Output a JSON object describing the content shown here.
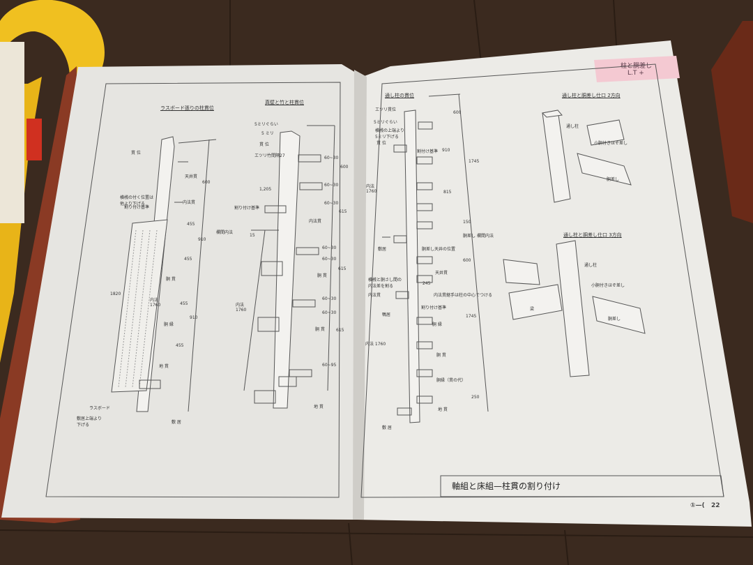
{
  "book": {
    "caption": "軸組と床組—柱貫の割り付け",
    "page_number": "22",
    "page_marker": "①—(",
    "tab_note_line1": "柱と胴差し",
    "tab_note_line2": "L.T +"
  },
  "left_page": {
    "figure1": {
      "title": "ラスボード張りの柱貫位",
      "labels": {
        "kannuki": "貫 位",
        "nuki_h": "天井貫",
        "dim_600": "600",
        "tenjo": "横桟の付く位置は\n他より下げる",
        "warituke": "割り付け基準",
        "nai_nuki": "内法貫",
        "dim_455a": "455",
        "dim_910a": "910",
        "dim_455b": "455",
        "dou_nuki": "胴 貫",
        "dim_1820": "1820",
        "naiho": "内法\n1760",
        "dim_455c": "455",
        "dim_910b": "910",
        "dosa": "胴 縁",
        "dim_455d": "455",
        "ji_nuki": "地 貫",
        "lath": "ラスボード",
        "shiki_note": "敷居上端より\n下げる",
        "shikii": "敷 居"
      }
    },
    "figure2": {
      "title": "真壁と竹と柱貫位",
      "labels": {
        "sukima": "5ミリぐらい",
        "mori": "5 ミリ",
        "kannuki": "貫 位",
        "emari": "エツリ竹間隔27",
        "dim_60_30a": "60~30",
        "dim_600": "600",
        "dim_60_30b": "60~30",
        "dim_1205": "1,205",
        "warituke": "割り付け基準",
        "dim_60_30c": "60~30",
        "dim_615a": "615",
        "nai_nuki": "内法貫",
        "kaki": "欄間内法",
        "dim_15": "15",
        "dim_60_30d": "60~30",
        "dim_60_30e": "60~30",
        "dim_615b": "615",
        "dou_nuki": "胴 貫",
        "naiho": "内法\n1760",
        "dim_60_30f": "60~30",
        "dim_60_30g": "60~30",
        "dou_nuki2": "胴 貫",
        "dim_615c": "615",
        "dim_60_95": "60~95",
        "ji_nuki": "地 貫"
      }
    }
  },
  "right_page": {
    "figure3": {
      "title": "通し柱の貫位",
      "labels": {
        "emari": "エツリ貫位",
        "dim_600": "600",
        "sukima": "5ミリぐらい",
        "yokosan": "横桟の上端より\n5ミリ下げる",
        "kannuki": "貫 位",
        "warituke": "割付け基準",
        "dim_910": "910",
        "dim_1745": "1745",
        "naiho": "内法\n1760",
        "dim_815": "815",
        "dim_150": "150",
        "dosashi": "胴差し",
        "kaki": "欄間内法",
        "shikii": "敷居",
        "dou_sashi_note": "胴差し天井の位置",
        "dim_600b": "600",
        "tenjo": "天井貫",
        "nageshi_note": "横桟と胴さし間の\n内法差を割る",
        "dim_245": "245",
        "nai_nuki": "内法貫",
        "nageshi": "内法貫継手は柱の中心でつける",
        "kamoi": "鴨居",
        "warituke2": "割り付け基準",
        "dou_nuki": "胴 縁",
        "naiho2": "内法 1760",
        "dim_1745b": "1745",
        "mune_nuki": "胴 貫",
        "ji_nuki_label": "胴縁（貫の代）",
        "dim_250": "250",
        "ji_nuki": "地 貫",
        "shikii2": "敷 居"
      }
    },
    "figure4": {
      "title": "通し柱と胴差し仕口 2方向",
      "labels": {
        "toshi": "通し柱",
        "dosashi": "胴差し",
        "hozo": "小胴付きほぞ差し"
      }
    },
    "figure5": {
      "title": "通し柱と胴差し仕口 3方向",
      "labels": {
        "toshi": "通し柱",
        "hari": "梁",
        "dosashi": "胴差し",
        "hozo": "小胴付きほぞ差し"
      }
    }
  },
  "colors": {
    "table": "#3b2a1f",
    "page": "#ecebe7",
    "ink": "#555555",
    "cover": "#8a3a24",
    "tab": "#f4c9d2"
  }
}
